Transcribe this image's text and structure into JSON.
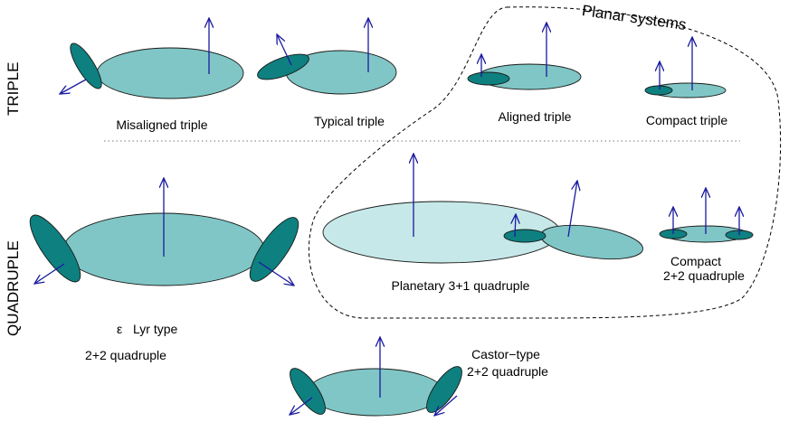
{
  "side_labels": {
    "triple": "TRIPLE",
    "quadruple": "QUADRUPLE"
  },
  "region_title": "Planar systems",
  "labels": {
    "misaligned_triple": "Misaligned triple",
    "typical_triple": "Typical triple",
    "aligned_triple": "Aligned triple",
    "compact_triple": "Compact triple",
    "planetary_quadruple": "Planetary 3+1 quadruple",
    "compact_quadruple_line1": "Compact",
    "compact_quadruple_line2": "2+2 quadruple",
    "eps_lyr_symbol": "ε",
    "eps_lyr_line1": "Lyr type",
    "eps_lyr_line2": "2+2 quadruple",
    "castor_line1": "Castor−type",
    "castor_line2": "2+2 quadruple"
  },
  "colors": {
    "outer_orbit": "#80c6c6",
    "outer_orbit_pale": "#c6e8e8",
    "inner_orbit": "#0e8080",
    "angular_momentum_arrow": "#1a1aa0"
  }
}
